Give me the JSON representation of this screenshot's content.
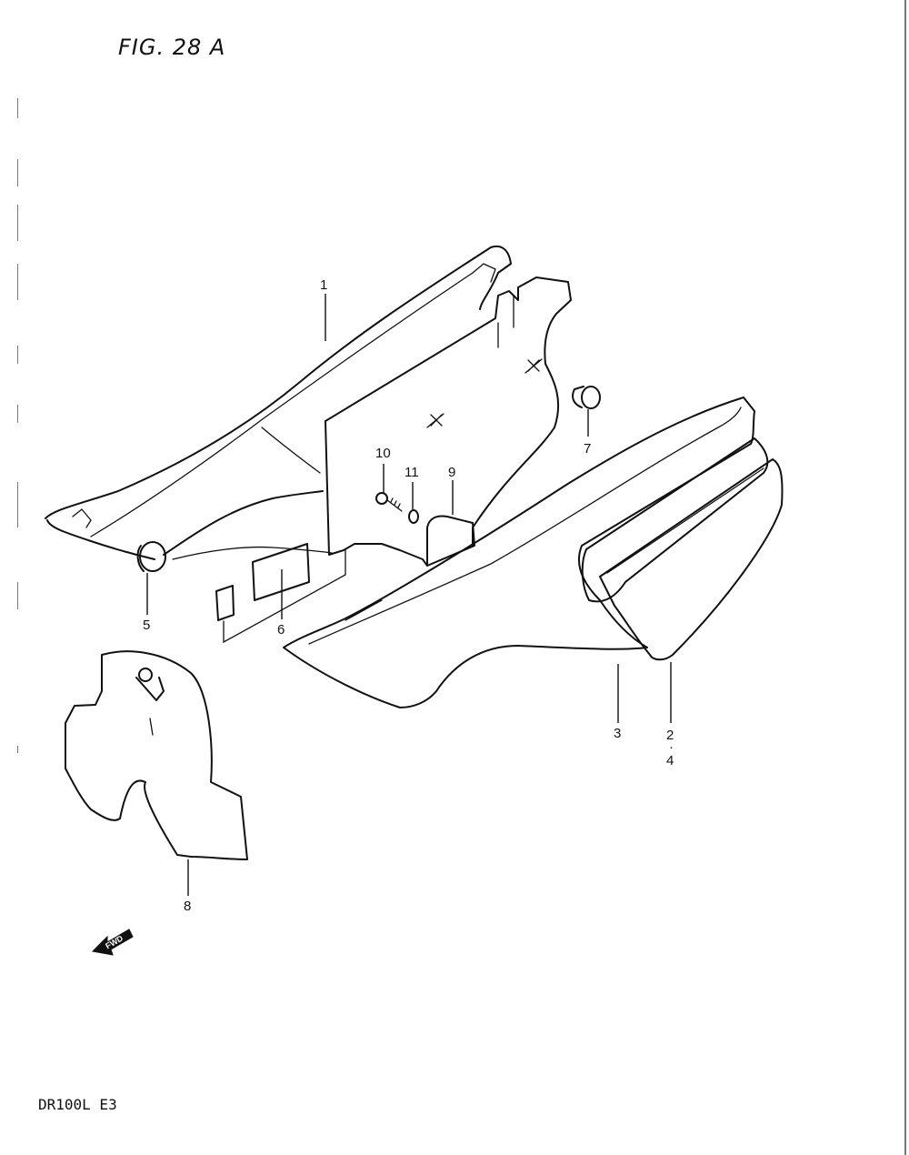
{
  "figure": {
    "title": "FIG. 28 A",
    "model_code": "DR100L  E3",
    "fwd_label": "FWD"
  },
  "callouts": [
    {
      "id": "1",
      "label": "1"
    },
    {
      "id": "2_4",
      "label": "2",
      "label_sub": "4"
    },
    {
      "id": "3",
      "label": "3"
    },
    {
      "id": "5",
      "label": "5"
    },
    {
      "id": "6",
      "label": "6"
    },
    {
      "id": "7",
      "label": "7"
    },
    {
      "id": "8",
      "label": "8"
    },
    {
      "id": "9",
      "label": "9"
    },
    {
      "id": "10",
      "label": "10"
    },
    {
      "id": "11",
      "label": "11"
    }
  ]
}
